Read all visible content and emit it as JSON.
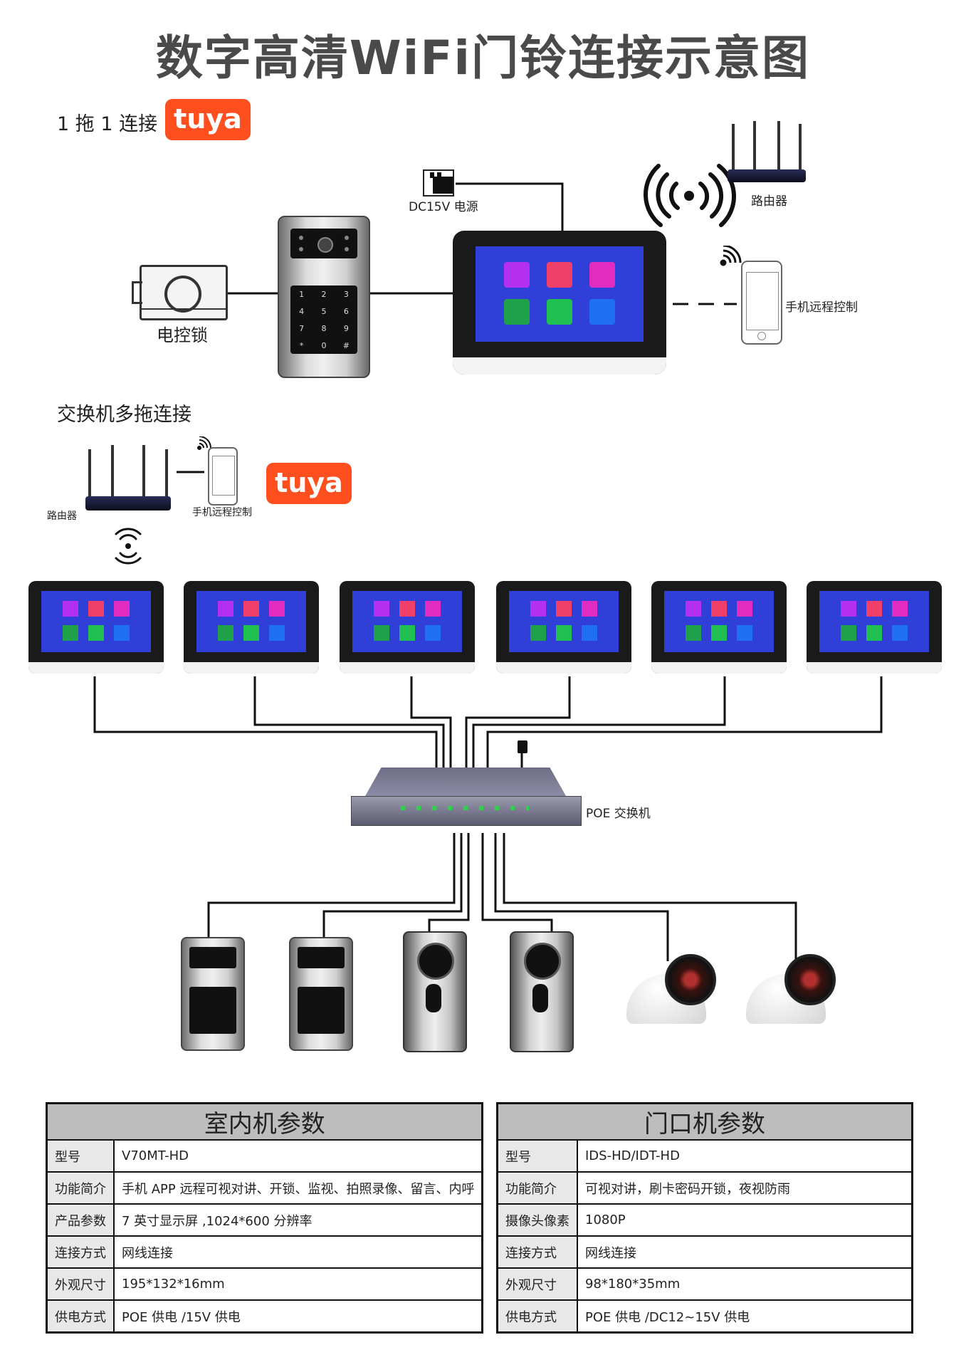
{
  "title": "数字高清WiFi门铃连接示意图",
  "section1": {
    "heading": "1 拖 1 连接",
    "tuya": "tuya",
    "power_label": "DC15V 电源",
    "router_label": "路由器",
    "phone_label": "手机远程控制",
    "lock_label": "电控锁"
  },
  "section2": {
    "heading": "交换机多拖连接",
    "router_label": "路由器",
    "phone_label": "手机远程控制",
    "tuya": "tuya",
    "switch_label": "POE 交换机"
  },
  "keypad": [
    "1",
    "2",
    "3",
    "4",
    "5",
    "6",
    "7",
    "8",
    "9",
    "*",
    "0",
    "#"
  ],
  "colors": {
    "tuya": "#ff4f1f",
    "screen": "#2f3fd8",
    "wire": "#111111"
  },
  "indoor_table": {
    "title": "室内机参数",
    "rows": [
      {
        "k": "型号",
        "v": "V70MT-HD"
      },
      {
        "k": "功能简介",
        "v": "手机 APP 远程可视对讲、开锁、监视、拍照录像、留言、内呼"
      },
      {
        "k": "产品参数",
        "v": "7 英寸显示屏 ,1024*600 分辨率"
      },
      {
        "k": "连接方式",
        "v": "网线连接"
      },
      {
        "k": "外观尺寸",
        "v": "195*132*16mm"
      },
      {
        "k": "供电方式",
        "v": "POE 供电 /15V 供电"
      }
    ]
  },
  "outdoor_table": {
    "title": "门口机参数",
    "rows": [
      {
        "k": "型号",
        "v": "IDS-HD/IDT-HD"
      },
      {
        "k": "功能简介",
        "v": "可视对讲，刷卡密码开锁，夜视防雨"
      },
      {
        "k": "摄像头像素",
        "v": "1080P"
      },
      {
        "k": "连接方式",
        "v": "网线连接"
      },
      {
        "k": "外观尺寸",
        "v": "98*180*35mm"
      },
      {
        "k": "供电方式",
        "v": "POE 供电 /DC12~15V 供电"
      }
    ]
  }
}
